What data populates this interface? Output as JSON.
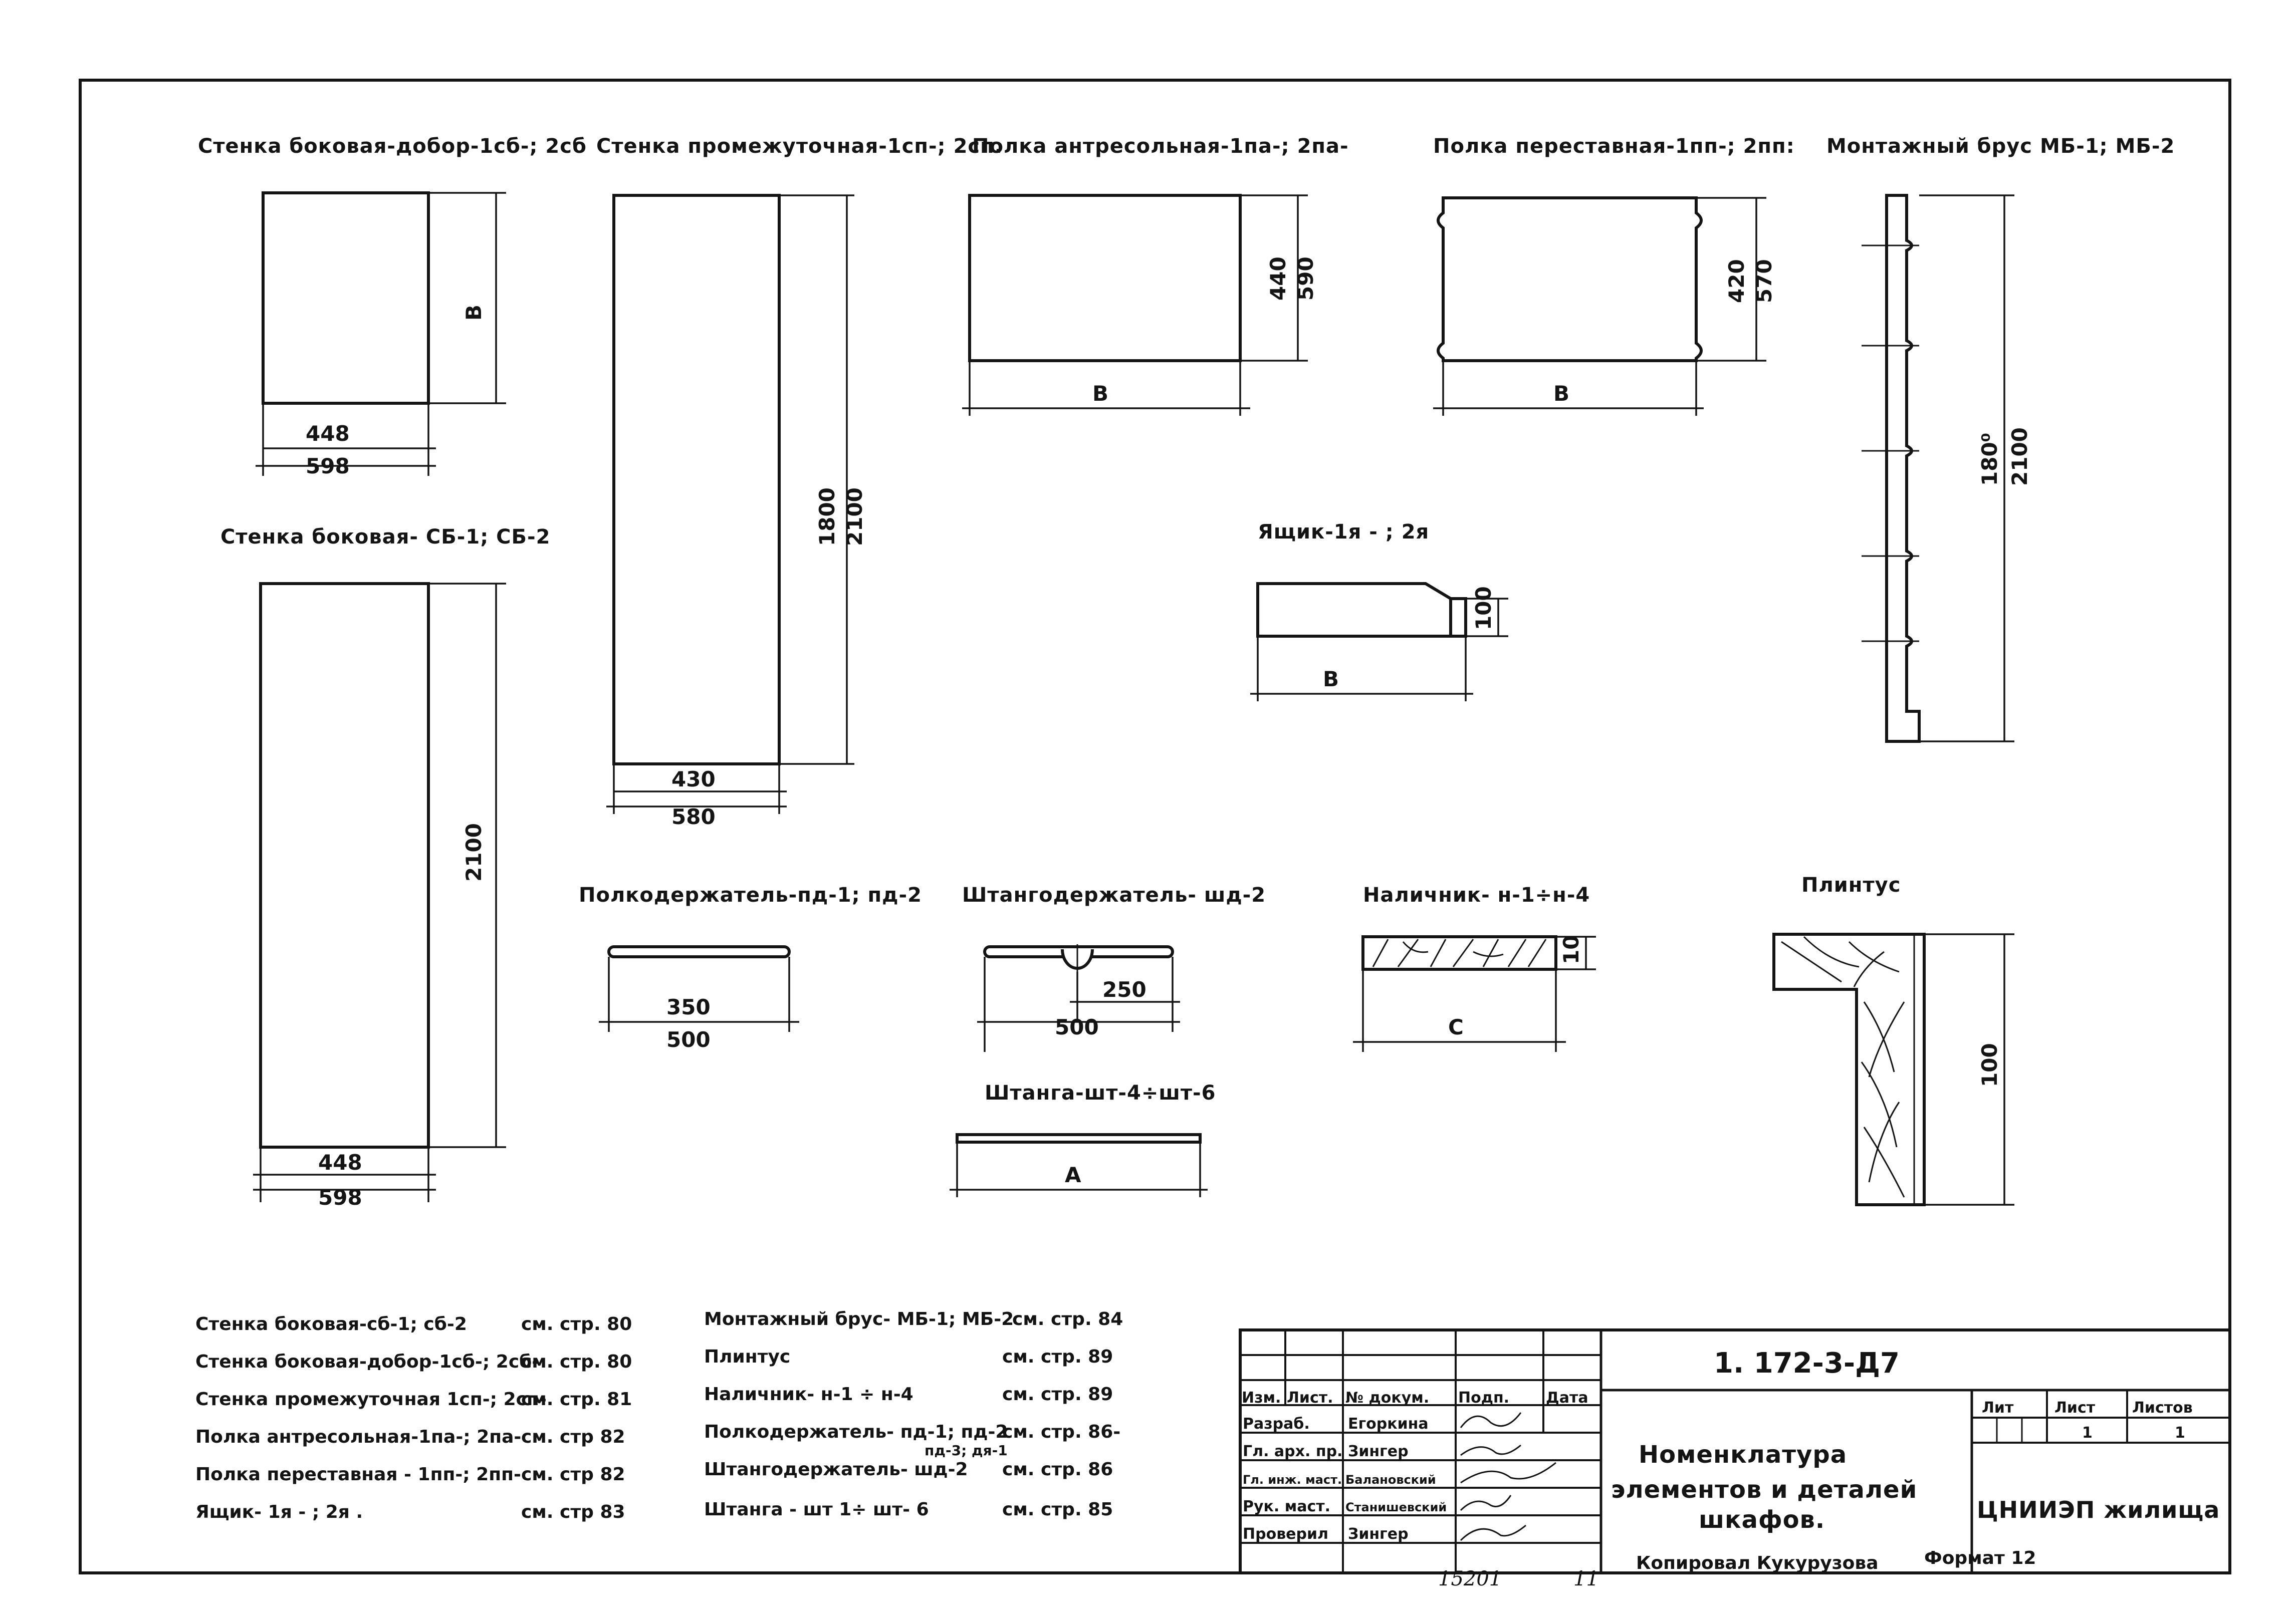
{
  "titles": {
    "stenka_dobor": "Стенка боковая-добор-1сб-; 2сб",
    "stenka_prom": "Стенка промежуточная-1сп-; 2сп.",
    "polka_antr": "Полка антресольная-1па-; 2па-",
    "polka_perest": "Полка перес­тавная-1пп-; 2пп:",
    "mont_brus": "Монтажный брус МБ-1; МБ-2",
    "stenka_sb": "Стенка боковая- СБ-1; СБ-2",
    "yashik": "Ящик-1я - ; 2я",
    "polkoderzh": "Полкодержатель-пд-1; пд-2",
    "shtangoderzh": "Штангодержатель- шд-2",
    "nalichnik": "Наличник- н-1÷н-4",
    "plintus": "Плинтус",
    "shtanga": "Штанга-шт-4÷шт-6"
  },
  "dims": {
    "dobor_w1": "448",
    "dobor_w2": "598",
    "dobor_h": "В",
    "prom_w1": "430",
    "prom_w2": "580",
    "prom_h1": "1800",
    "prom_h2": "2100",
    "antr_w": "В",
    "antr_h1": "440",
    "antr_h2": "590",
    "perest_w": "В",
    "perest_h1": "420",
    "perest_h2": "570",
    "brus_h1": "180⁰",
    "brus_h2": "2100",
    "sb_w1": "448",
    "sb_w2": "598",
    "sb_h": "2100",
    "yashik_w": "В",
    "yashik_h": "100",
    "pd_w1": "350",
    "pd_w2": "500",
    "shd_w1": "250",
    "shd_w2": "500",
    "nal_w": "С",
    "nal_h": "10",
    "plintus_h": "100",
    "shtanga_w": "А"
  },
  "references": {
    "left": [
      {
        "name": "Стенка боковая-сб-1; сб-2",
        "page": "см. стр. 80"
      },
      {
        "name": "Стенка боковая-добор-1сб-; 2сб-",
        "page": "см. стр. 80"
      },
      {
        "name": "Стенка промежуточная 1сп-; 2сп-",
        "page": "см. стр. 81"
      },
      {
        "name": "Полка антресольная-1па-; 2па-",
        "page": "см. стр 82"
      },
      {
        "name": "Полка переставная - 1пп-; 2пп-",
        "page": "см. стр 82"
      },
      {
        "name": "Ящик- 1я - ; 2я .",
        "page": "см. стр 83"
      }
    ],
    "right": [
      {
        "name": "Монтажный брус- МБ-1; МБ-2",
        "page": "см. стр. 84"
      },
      {
        "name": "Плинтус",
        "page": "см. стр. 89"
      },
      {
        "name": "Наличник- н-1 ÷ н-4",
        "page": "см. стр. 89"
      },
      {
        "name": "Полкодержатель- пд-1; пд-2",
        "page": "см. стр. 86-"
      },
      {
        "name": "Штангодержатель- шд-2",
        "page": "см. стр. 86"
      },
      {
        "name": "Штанга - шт 1÷ шт- 6",
        "page": "см. стр. 85"
      }
    ],
    "pd_note": "пд-3; дя-1"
  },
  "stamp": {
    "doc_code": "1. 172-3-Д7",
    "title_line1": "Номенклатура",
    "title_line2": "элементов и деталей",
    "title_line3": "шкафов.",
    "org": "ЦНИИЭП жилища",
    "col_headers": [
      "Изм.",
      "Лист.",
      "№ докум.",
      "Подп.",
      "Дата"
    ],
    "rows": [
      {
        "role": "Разраб.",
        "name": "Егоркина"
      },
      {
        "role": "Гл. арх. пр.",
        "name": "Зингер"
      },
      {
        "role": "Гл. инж. маст.",
        "name": "Балановский"
      },
      {
        "role": "Рук. маст.",
        "name": "Станишевский"
      },
      {
        "role": "Проверил",
        "name": "Зингер"
      }
    ],
    "lit_label": "Лит",
    "sheet_label": "Лист",
    "sheets_label": "Листов",
    "sheet_value": "1",
    "sheets_value": "1",
    "copied": "Копировал Кукурузова",
    "format": "Формат 12",
    "archive": "15201",
    "archive2": "11"
  }
}
